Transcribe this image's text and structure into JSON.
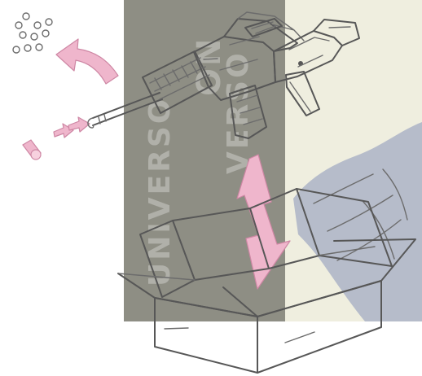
{
  "watermark": {
    "line1": "UNIVERSO",
    "line2": "VERSO",
    "line3": "ON",
    "colors": {
      "left_panel": "#8e8e84",
      "right_panel": "#efeedf"
    }
  },
  "colors": {
    "arrow_fill": "#efb6cc",
    "arrow_stroke": "#ce87a4",
    "line_art": "#575757",
    "cloth": "#b6bcca"
  },
  "parts": {
    "pellets": "circle-cluster-icon",
    "muzzle_cap": "cylinder-cap-icon",
    "rifle": "rifle-icon",
    "box": "open-box-icon",
    "cloth": "fabric-icon"
  }
}
